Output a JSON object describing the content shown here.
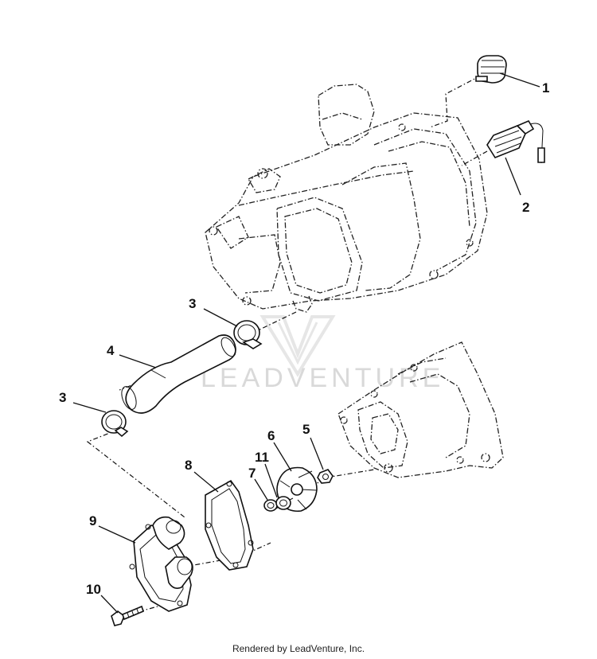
{
  "callouts": {
    "c1": "1",
    "c2": "2",
    "c3a": "3",
    "c4": "4",
    "c3b": "3",
    "c5": "5",
    "c6": "6",
    "c11": "11",
    "c7": "7",
    "c8": "8",
    "c9": "9",
    "c10": "10"
  },
  "watermark": {
    "text": "LEADVENTURE"
  },
  "footer": {
    "text": "Rendered by LeadVenture, Inc."
  }
}
